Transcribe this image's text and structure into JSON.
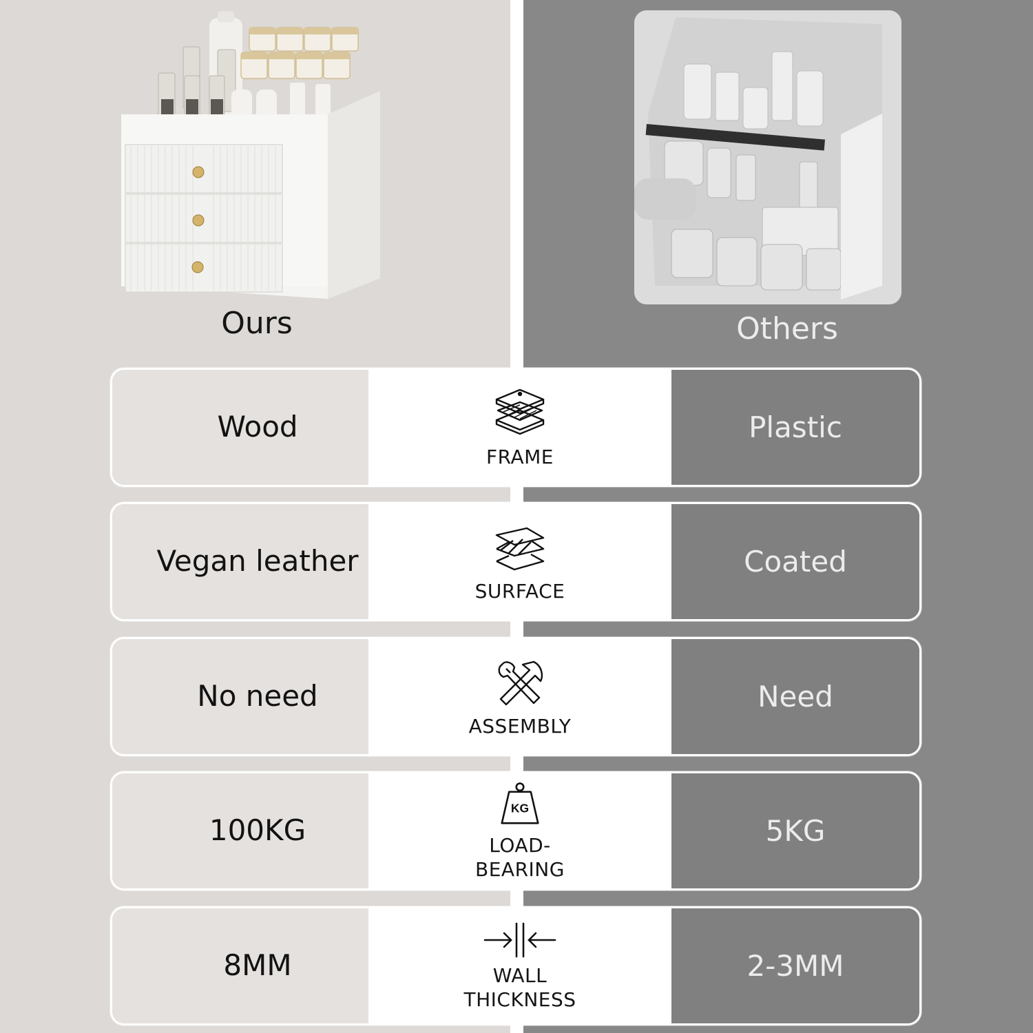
{
  "header": {
    "ours_caption": "Ours",
    "others_caption": "Others"
  },
  "colors": {
    "ours_background": "#dcd9d6",
    "ours_cell": "#e5e1de",
    "others_background": "#888888",
    "others_cell": "#808080",
    "feature_cell": "#ffffff"
  },
  "rows": [
    {
      "ours": "Wood",
      "feature": "FRAME",
      "icon": "layers-frame-icon",
      "others": "Plastic"
    },
    {
      "ours": "Vegan leather",
      "feature": "SURFACE",
      "icon": "surface-layers-icon",
      "others": "Coated"
    },
    {
      "ours": "No need",
      "feature": "ASSEMBLY",
      "icon": "wrench-hammer-icon",
      "others": "Need"
    },
    {
      "ours": "100KG",
      "feature": "LOAD-BEARING",
      "icon": "kg-weight-icon",
      "others": "5KG"
    },
    {
      "ours": "8MM",
      "feature": "WALL THICKNESS",
      "icon": "arrows-wall-thickness-icon",
      "others": "2-3MM"
    }
  ]
}
